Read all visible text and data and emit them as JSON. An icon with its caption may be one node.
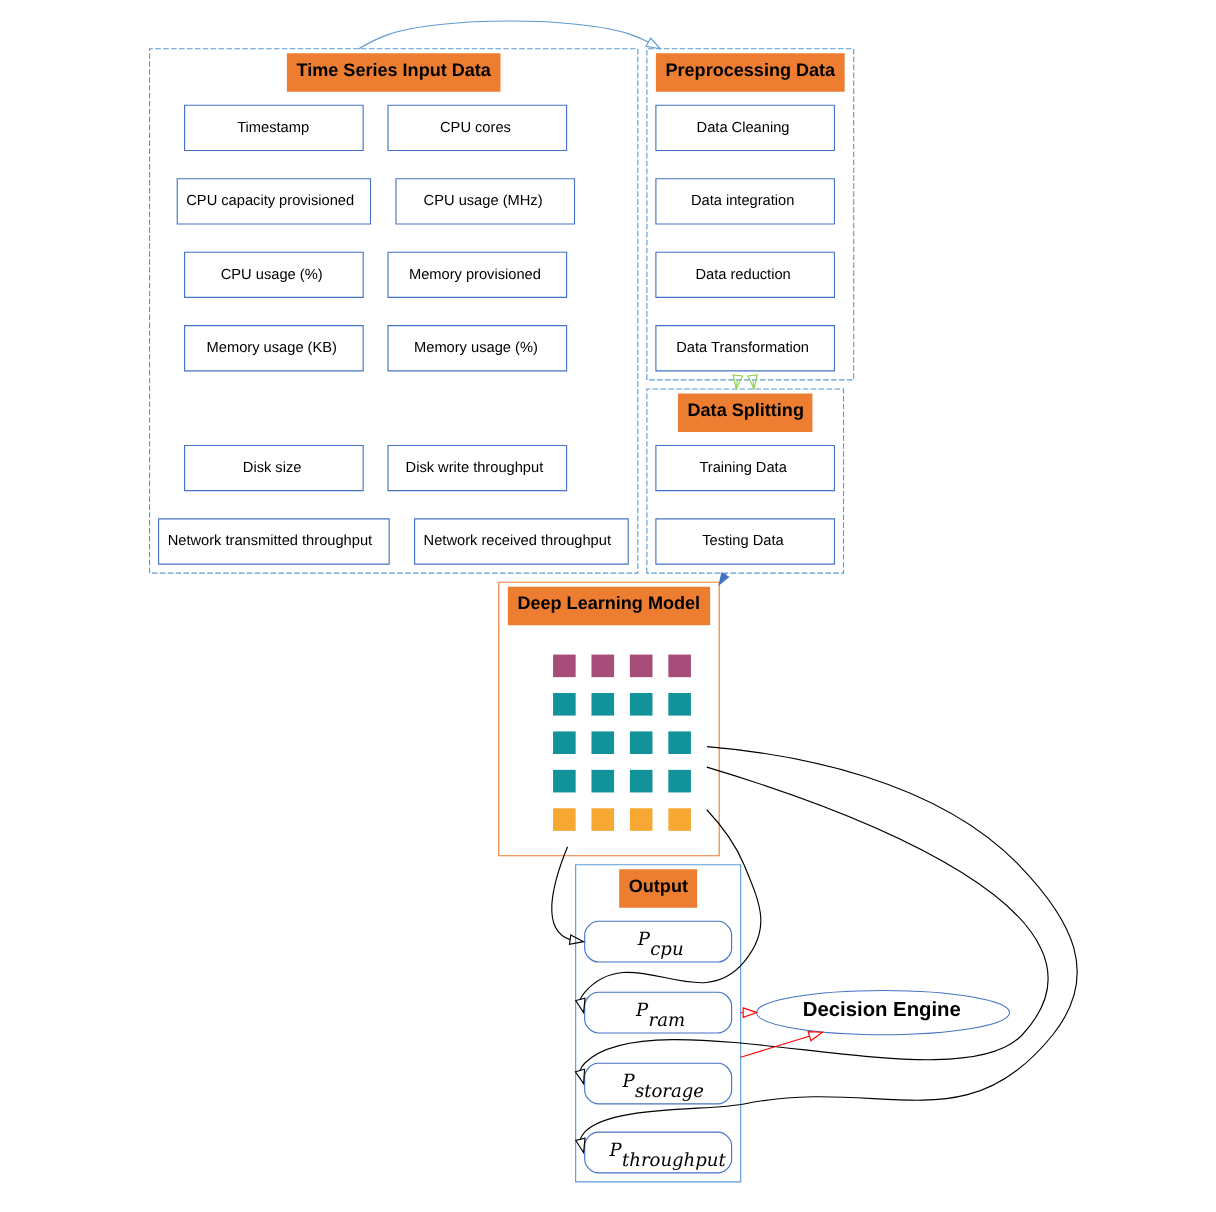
{
  "diagram": {
    "nodes": [
      {
        "text": [
          "Time Series Input Data"
        ]
      },
      {
        "text": [
          "Timestamp"
        ],
        "in": 0
      },
      {
        "text": [
          "CPU cores"
        ],
        "in": 0
      },
      {
        "text": [
          "CPU capacity provisioned"
        ],
        "in": 0
      },
      {
        "text": [
          "CPU usage (MHz)"
        ],
        "in": 0
      },
      {
        "text": [
          "CPU usage (%)"
        ],
        "in": 0
      },
      {
        "text": [
          "Memory provisioned"
        ],
        "in": 0
      },
      {
        "text": [
          "Memory usage (KB)"
        ],
        "in": 0
      },
      {
        "text": [
          "Memory usage (%)"
        ],
        "in": 0
      },
      {
        "text": [
          "Disk size"
        ],
        "in": 0
      },
      {
        "text": [
          "Disk write throughput"
        ],
        "in": 0
      },
      {
        "text": [
          "Network transmitted throughput"
        ],
        "in": 0
      },
      {
        "text": [
          "Network received throughput"
        ],
        "in": 0
      },
      {
        "text": [
          "Preprocessing Data"
        ]
      },
      {
        "text": [
          "Data Cleaning"
        ],
        "in": 13
      },
      {
        "text": [
          "Data integration"
        ],
        "in": 13
      },
      {
        "text": [
          "Data reduction"
        ],
        "in": 13
      },
      {
        "text": [
          "Data Transformation"
        ],
        "in": 13
      },
      {
        "text": [
          "Data Splitting"
        ]
      },
      {
        "text": [
          "Training Data"
        ],
        "in": 18
      },
      {
        "text": [
          "Testing Data"
        ],
        "in": 18
      },
      {
        "text": [
          "Deep Learning Model"
        ]
      },
      {
        "text": [],
        "shape": "picture",
        "in": 21
      },
      {
        "text": [
          "Output"
        ]
      },
      {
        "text": [
          "P$_{cpu}$"
        ],
        "in": 23
      },
      {
        "text": [
          "P$_{ram}$"
        ],
        "in": 23
      },
      {
        "text": [
          "P$_{storage}$"
        ],
        "in": 23
      },
      {
        "text": [
          "P$_{throughput}$"
        ],
        "in": 23
      },
      {
        "text": [
          "Decision Engine"
        ]
      }
    ],
    "edges": [
      {
        "from": 0,
        "to": 13,
        "arrow": "to",
        "color": "#5b9bd5"
      },
      {
        "from": 13,
        "to": 18,
        "arrow": "to",
        "color": "#92d050"
      },
      {
        "from": 13,
        "to": 18,
        "arrow": "to",
        "color": "#92d050"
      },
      {
        "from": 18,
        "to": 21,
        "arrow": "to",
        "color": "#4472c4"
      },
      {
        "from": 21,
        "to": 24,
        "arrow": "to"
      },
      {
        "from": 21,
        "to": 25,
        "arrow": "to"
      },
      {
        "from": 21,
        "to": 26,
        "arrow": "to"
      },
      {
        "from": 21,
        "to": 27,
        "arrow": "to"
      },
      {
        "from": 23,
        "to": 28,
        "arrow": "to",
        "color": "#ff0000"
      },
      {
        "from": 23,
        "to": 28,
        "arrow": "to",
        "color": "#ff0000"
      }
    ]
  }
}
